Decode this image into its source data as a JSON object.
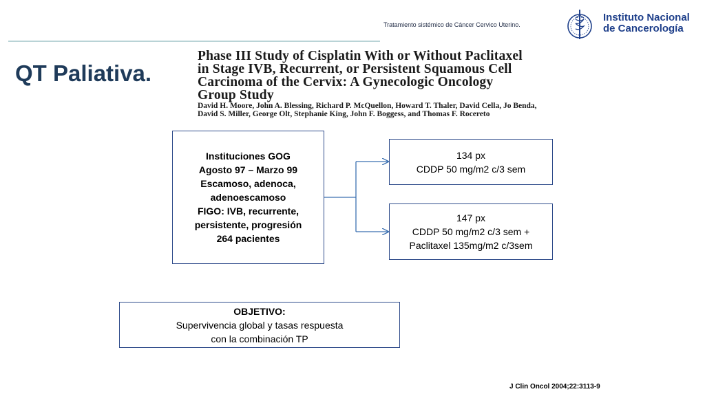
{
  "header": {
    "caption": "Tratamiento sistémico  de Cáncer Cervico Uterino.",
    "institute_line1": "Instituto Nacional",
    "institute_line2": "de Cancerología",
    "seal_icon": "institute-seal-icon"
  },
  "page_title": "QT Paliativa.",
  "paper": {
    "title_lines": [
      "Phase III Study of Cisplatin With or Without Paclitaxel",
      "in Stage IVB, Recurrent, or Persistent Squamous Cell",
      "Carcinoma of the Cervix: A Gynecologic Oncology",
      "Group Study"
    ],
    "author_lines": [
      "David H. Moore, John A. Blessing, Richard P. McQuellon, Howard T. Thaler, David Cella, Jo Benda,",
      "David S. Miller, George Olt, Stephanie King, John F. Boggess, and Thomas F. Rocereto"
    ]
  },
  "diagram": {
    "main_box": [
      "Instituciones GOG",
      "Agosto 97 – Marzo 99",
      "Escamoso, adenoca,",
      "adenoescamoso",
      "FIGO: IVB, recurrente,",
      "persistente, progresión",
      "264 pacientes"
    ],
    "arm1": [
      "134 px",
      "CDDP 50 mg/m2 c/3 sem"
    ],
    "arm2": [
      "147 px",
      "CDDP 50 mg/m2 c/3 sem +",
      "Paclitaxel 135mg/m2 c/3sem"
    ],
    "objective": {
      "label": "OBJETIVO:",
      "lines": [
        "Supervivencia global y tasas respuesta",
        "con la combinación TP"
      ]
    },
    "border_color": "#2d4a8a",
    "connector_color": "#3a6fb0"
  },
  "citation": "J Clin Oncol 2004;22:3113-9",
  "colors": {
    "title": "#1f3b5a",
    "institute": "#1e3f8a",
    "rule": "#b9d3d6"
  }
}
